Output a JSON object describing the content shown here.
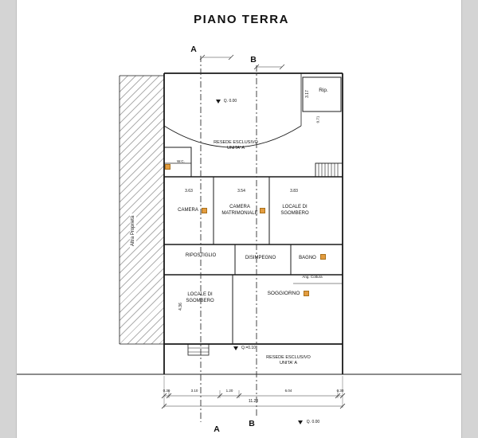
{
  "title": "PIANO TERRA",
  "markers": {
    "top_a": "A",
    "top_b": "B",
    "bottom_a": "A",
    "bottom_b": "B"
  },
  "outside": {
    "property_label": "Altra Proprietà",
    "ground_level_top": "Q. 0.00",
    "ground_level_mid": "Q.=0.10",
    "ground_level_bottom": "Q. 0.00"
  },
  "areas": {
    "resede_top": "RESEDE ESCLUSIVO\nUNITA' A",
    "resede_bottom": "RESEDE ESCLUSIVO\nUNITA' A"
  },
  "rooms": {
    "camera": {
      "name": "CAMERA",
      "width": "3.63"
    },
    "matrimoniale": {
      "name": "CAMERA\nMATRIMONIALE",
      "width": "3.54"
    },
    "sgombero1": {
      "name": "LOCALE DI\nSGOMBERO",
      "width": "3.83"
    },
    "ripostiglio": {
      "name": "RIPOSTIGLIO"
    },
    "disimpegno": {
      "name": "DISIMPEGNO"
    },
    "bagno": {
      "name": "BAGNO"
    },
    "sgombero2": {
      "name": "LOCALE DI\nSGOMBERO"
    },
    "soggiorno": {
      "name": "SOGGIORNO"
    },
    "angolo_cottura": {
      "name": "Ang. Cottura"
    },
    "rip": {
      "name": "Rip."
    },
    "wc": {
      "name": "W.C."
    }
  },
  "dimensions": {
    "left_height": "4.36",
    "rip_height": "3.17",
    "rip_offset": "0.71",
    "chain": [
      "0.30",
      "3.10",
      "1.20",
      "6.04",
      "0.30"
    ],
    "total_width": "11.23"
  },
  "colors": {
    "tag_fill": "#e39c3f",
    "tag_border": "#a9711c",
    "paper": "#ffffff",
    "margin_bar": "#d4d4d4",
    "line": "#1a1a1a"
  }
}
